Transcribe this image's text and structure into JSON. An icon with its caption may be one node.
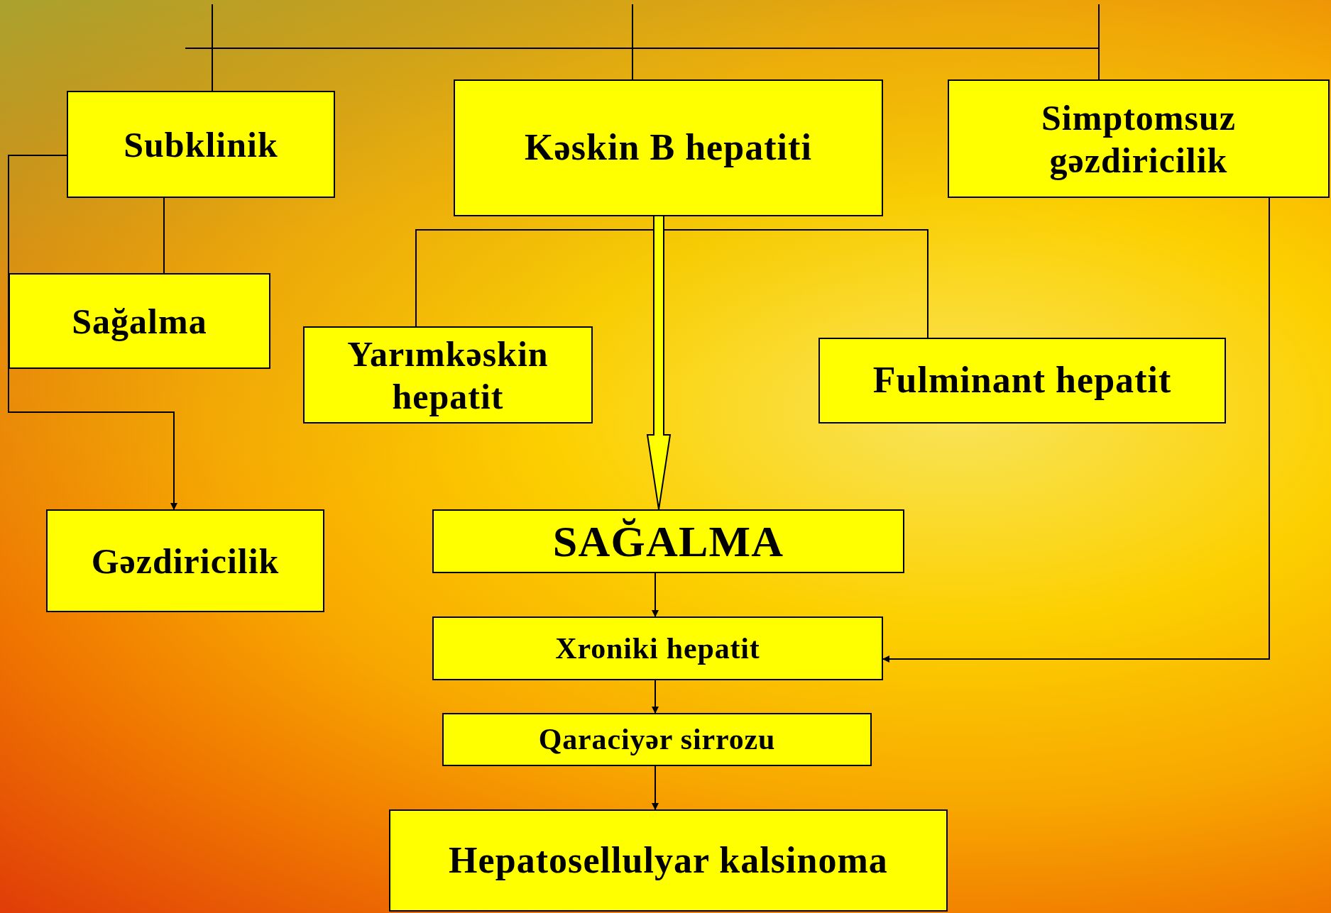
{
  "diagram": {
    "nodes": [
      {
        "text": [
          "Subklinik"
        ]
      },
      {
        "text": [
          "Kəskin B hepatiti"
        ]
      },
      {
        "text": [
          "Simptomsuz gəzdiricilik"
        ]
      },
      {
        "text": [
          "Sağalma"
        ]
      },
      {
        "text": [
          "Yarımkəskin hepatit"
        ]
      },
      {
        "text": [
          "Fulminant hepatit"
        ]
      },
      {
        "text": [
          "Gəzdiricilik"
        ]
      },
      {
        "text": [
          "SAĞALMA"
        ]
      },
      {
        "text": [
          "Xroniki hepatit"
        ]
      },
      {
        "text": [
          "Qaraciyər sirrozu"
        ]
      },
      {
        "text": [
          "Hepatosellulyar kalsinoma"
        ]
      }
    ],
    "edges": [
      {
        "from": null,
        "to": 0,
        "arrow": "none"
      },
      {
        "from": null,
        "to": 1,
        "arrow": "none"
      },
      {
        "from": null,
        "to": 2,
        "arrow": "none"
      },
      {
        "from": 0,
        "to": 3,
        "arrow": "none"
      },
      {
        "from": 0,
        "to": 6,
        "arrow": "to"
      },
      {
        "from": 1,
        "to": 4,
        "arrow": "none"
      },
      {
        "from": 1,
        "to": 5,
        "arrow": "none"
      },
      {
        "from": 1,
        "to": 7,
        "arrow": "to",
        "style": "thick"
      },
      {
        "from": 7,
        "to": 8,
        "arrow": "to"
      },
      {
        "from": 8,
        "to": 9,
        "arrow": "to"
      },
      {
        "from": 9,
        "to": 10,
        "arrow": "to"
      },
      {
        "from": 2,
        "to": 8,
        "arrow": "to"
      }
    ]
  }
}
